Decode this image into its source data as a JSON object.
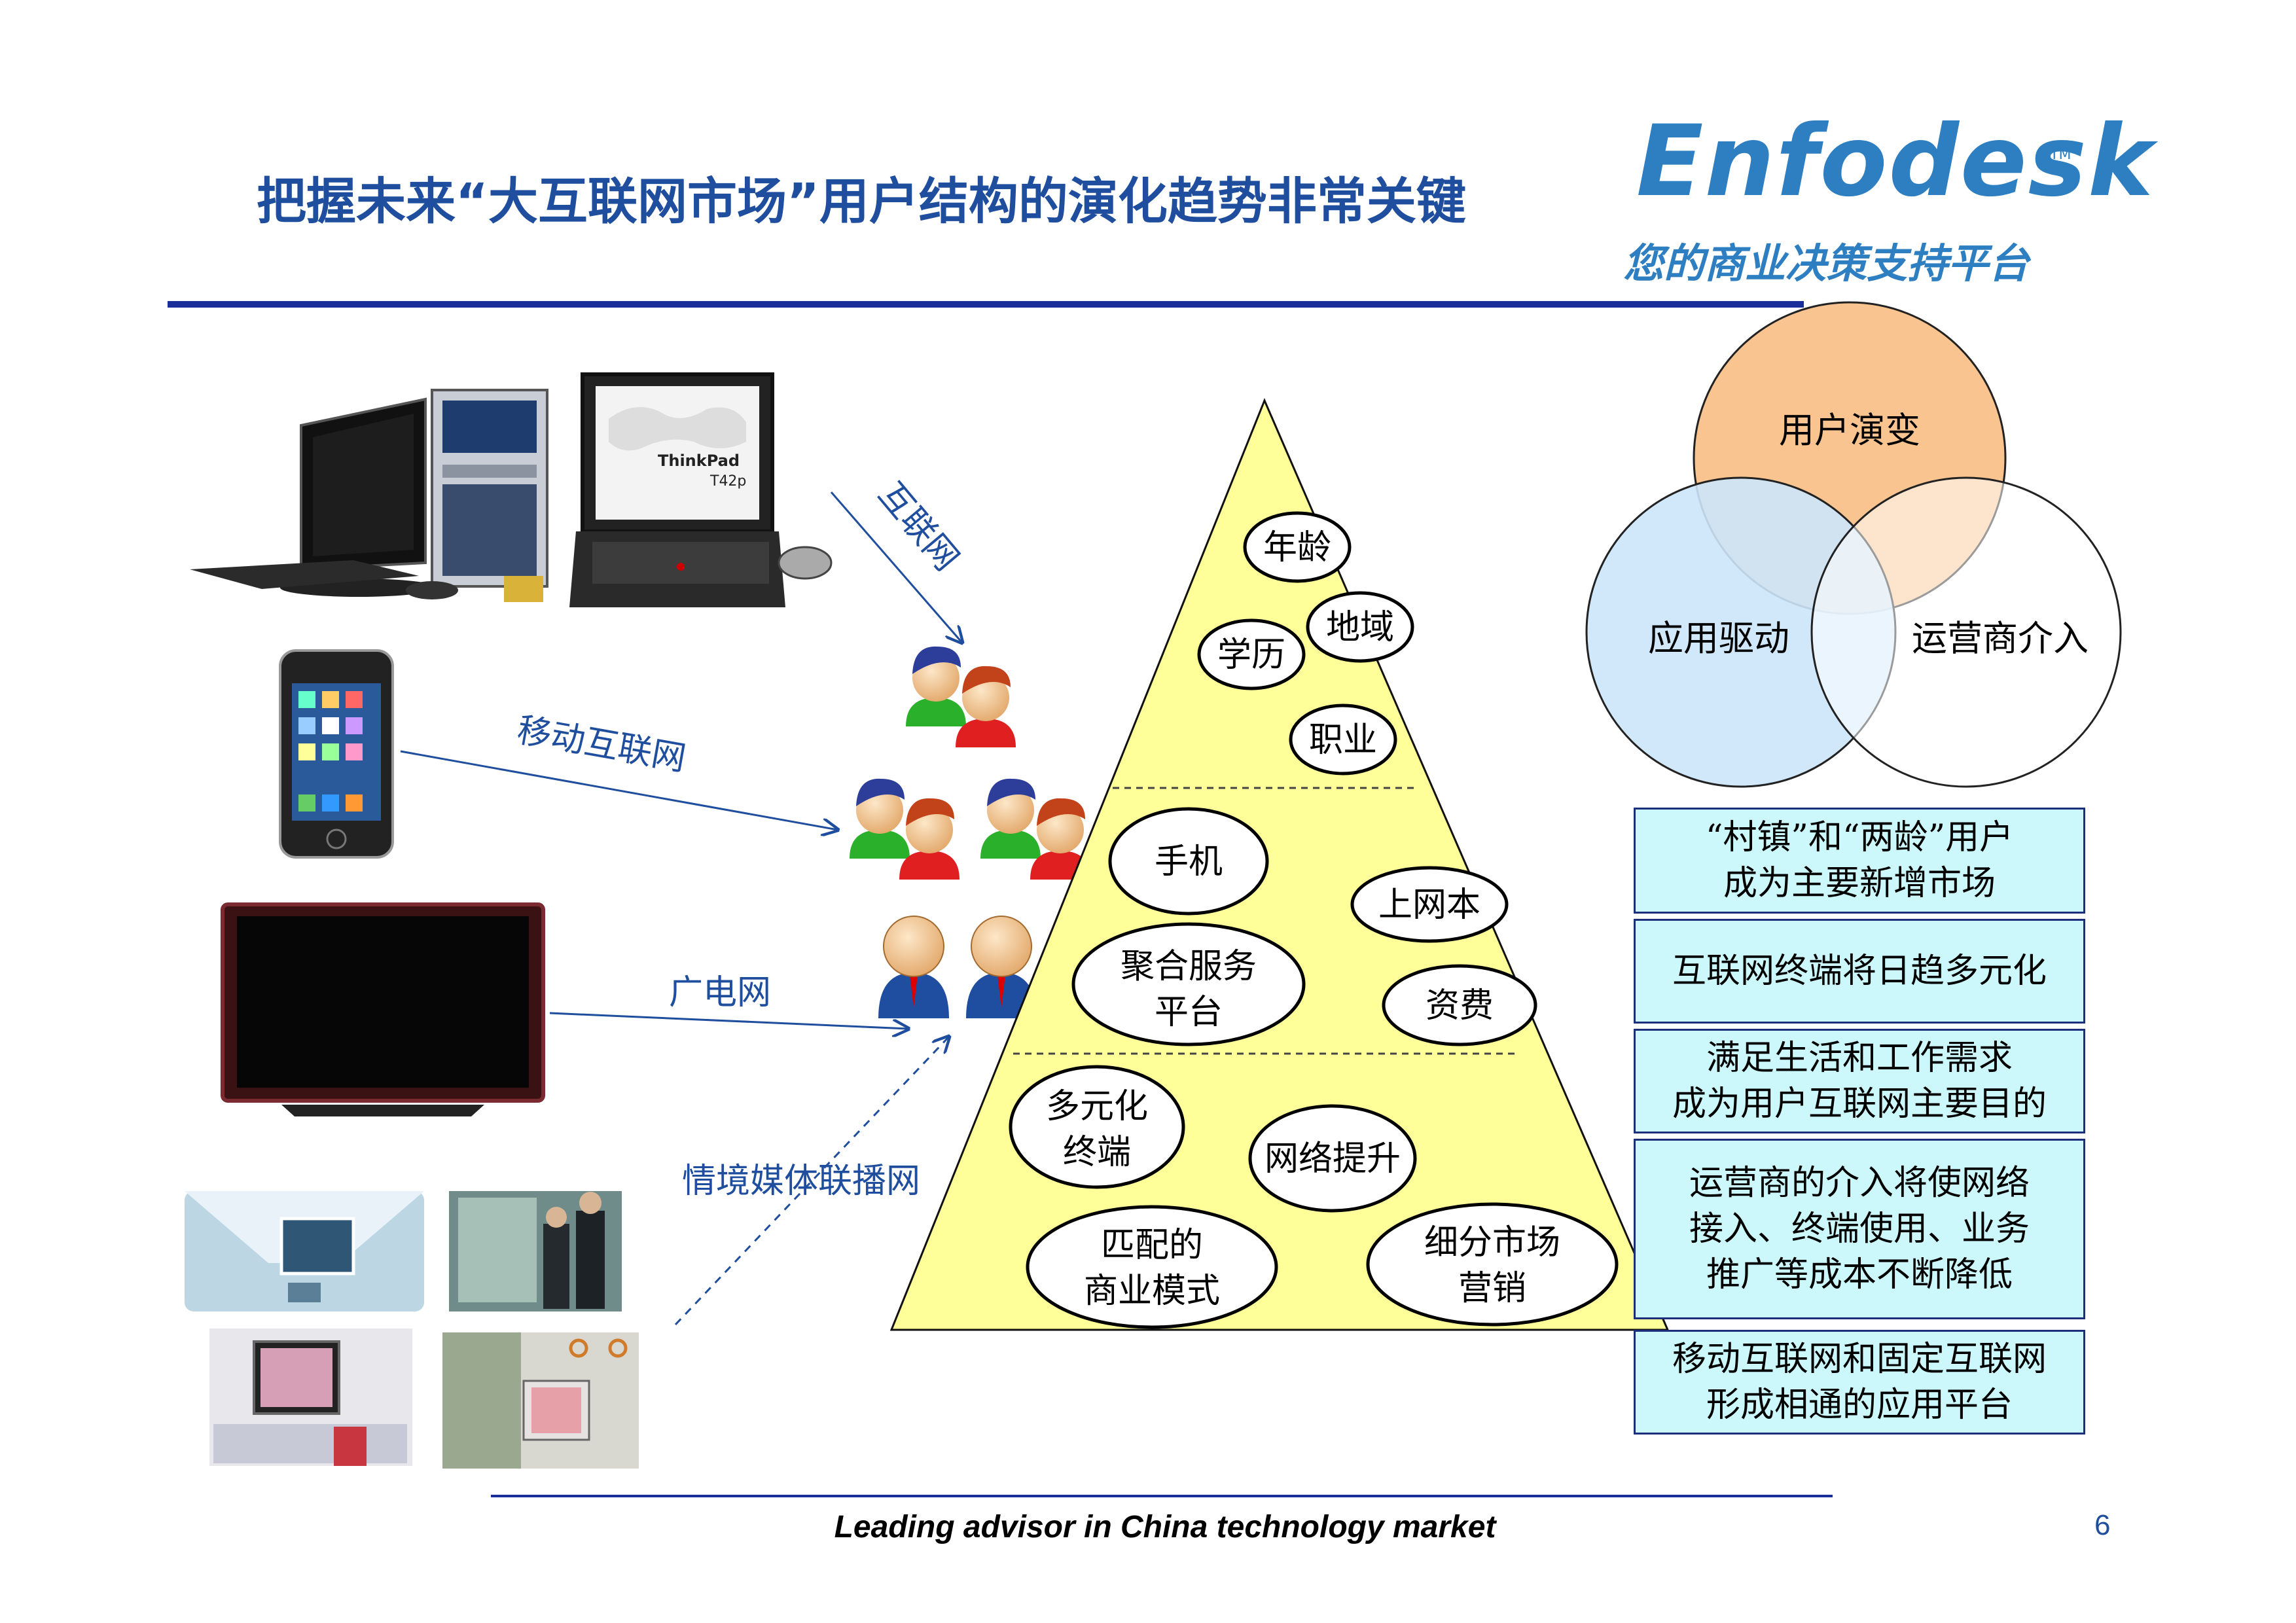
{
  "title": "把握未来“大互联网市场”用户结构的演化趋势非常关键",
  "logo": {
    "word": "Enfodesk",
    "tm": "TM",
    "tagline": "您的商业决策支持平台"
  },
  "channels": {
    "internet": "互联网",
    "mobile": "移动互联网",
    "broadcast": "广电网",
    "context_media": "情境媒体联播网"
  },
  "device_marks": {
    "thinkpad": "ThinkPad",
    "thinkpad_model": "T42p"
  },
  "pyramid": {
    "top": [
      "年龄",
      "地域",
      "学历",
      "职业"
    ],
    "middle": {
      "phone": "手机",
      "netbook": "上网本",
      "aggregate_1": "聚合服务",
      "aggregate_2": "平台",
      "tariff": "资费"
    },
    "bottom": {
      "diverse_1": "多元化",
      "diverse_2": "终端",
      "network": "网络提升",
      "match_1": "匹配的",
      "match_2": "商业模式",
      "segment_1": "细分市场",
      "segment_2": "营销"
    }
  },
  "venn": {
    "user": "用户演变",
    "app": "应用驱动",
    "operator": "运营商介入"
  },
  "insights": [
    [
      "“村镇”和“两龄”用户",
      "成为主要新增市场"
    ],
    [
      "互联网终端将日趋多元化"
    ],
    [
      "满足生活和工作需求",
      "成为用户互联网主要目的"
    ],
    [
      "运营商的介入将使网络",
      "接入、终端使用、业务",
      "推广等成本不断降低"
    ],
    [
      "移动互联网和固定互联网",
      "形成相通的应用平台"
    ]
  ],
  "footer": "Leading advisor in China technology market",
  "page_number": "6",
  "colors": {
    "title": "#1f4e9e",
    "rule": "#1a2e9a",
    "pyramid": "#ffff99",
    "box_fill": "#ccf8fc",
    "venn_top": "#f9c490"
  }
}
